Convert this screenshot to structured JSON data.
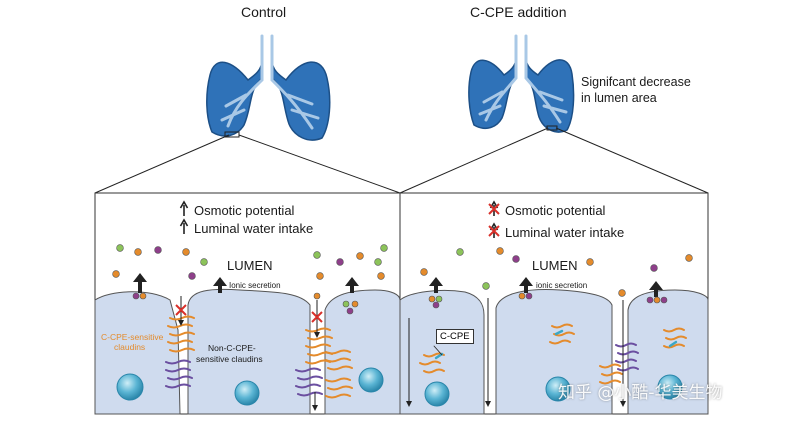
{
  "panels": {
    "control": {
      "title": "Control",
      "label_osmotic": "Osmotic potential",
      "label_water": "Luminal water intake",
      "lumen": "LUMEN",
      "ionic": "Ionic secretion",
      "sensitive": "C-CPE-sensitive claudins",
      "sensitive_line1": "C-CPE-sensitive",
      "sensitive_line2": "claudins",
      "nonsensitive_line1": "Non-C-CPE-",
      "nonsensitive_line2": "sensitive claudins"
    },
    "ccpe": {
      "title": "C-CPE addition",
      "note_line1": "Signifcant decrease",
      "note_line2": "in lumen area",
      "label_osmotic": "Osmotic potential",
      "label_water": "Luminal water intake",
      "lumen": "LUMEN",
      "ionic": "ionic secretion",
      "ccpe_box": "C-CPE"
    }
  },
  "watermark": "知乎 @小酷-华美生物",
  "colors": {
    "lung_fill": "#2f72b8",
    "lung_light": "#a9c8e6",
    "cell_fill": "#cfdbee",
    "nucleus": "#3a9fc2",
    "orange": "#e48b2c",
    "purple": "#6b4fa0",
    "green_dot": "#8cc35a",
    "red_x": "#d9302a"
  }
}
